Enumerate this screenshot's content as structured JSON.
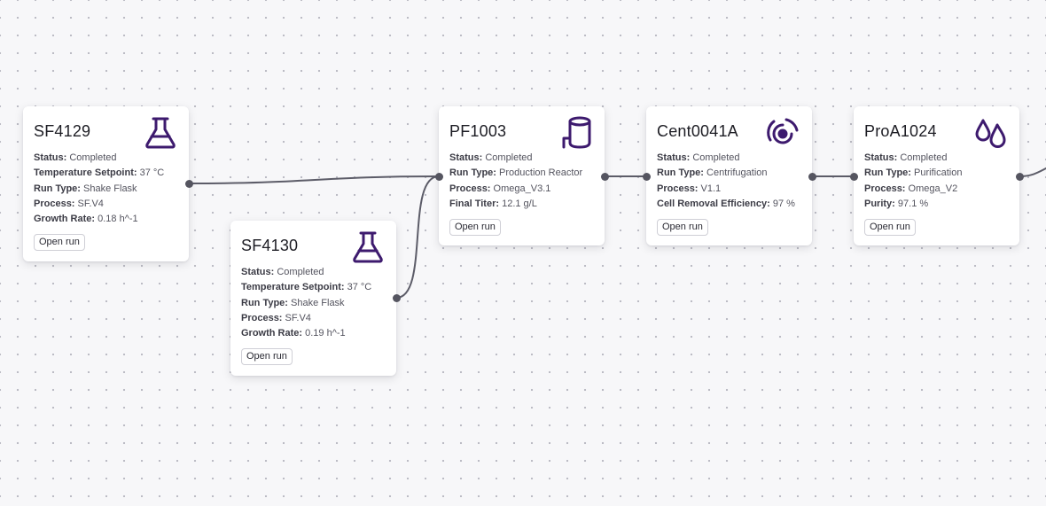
{
  "colors": {
    "icon": "#3d1a6e",
    "edge": "#5c5c68",
    "handle": "#555560"
  },
  "nodes": [
    {
      "id": "SF4129",
      "title": "SF4129",
      "icon": "flask-icon",
      "props": [
        {
          "key": "Status:",
          "value": "Completed"
        },
        {
          "key": "Temperature Setpoint:",
          "value": "37 °C"
        },
        {
          "key": "Run Type:",
          "value": "Shake Flask"
        },
        {
          "key": "Process:",
          "value": "SF.V4"
        },
        {
          "key": "Growth Rate:",
          "value": "0.18 h^-1"
        }
      ],
      "button": "Open run"
    },
    {
      "id": "SF4130",
      "title": "SF4130",
      "icon": "flask-icon",
      "props": [
        {
          "key": "Status:",
          "value": "Completed"
        },
        {
          "key": "Temperature Setpoint:",
          "value": "37 °C"
        },
        {
          "key": "Run Type:",
          "value": "Shake Flask"
        },
        {
          "key": "Process:",
          "value": "SF.V4"
        },
        {
          "key": "Growth Rate:",
          "value": "0.19 h^-1"
        }
      ],
      "button": "Open run"
    },
    {
      "id": "PF1003",
      "title": "PF1003",
      "icon": "bioreactor-icon",
      "props": [
        {
          "key": "Status:",
          "value": "Completed"
        },
        {
          "key": "Run Type:",
          "value": "Production Reactor"
        },
        {
          "key": "Process:",
          "value": "Omega_V3.1"
        },
        {
          "key": "Final Titer:",
          "value": "12.1 g/L"
        }
      ],
      "button": "Open run"
    },
    {
      "id": "Cent0041A",
      "title": "Cent0041A",
      "icon": "centrifuge-icon",
      "props": [
        {
          "key": "Status:",
          "value": "Completed"
        },
        {
          "key": "Run Type:",
          "value": "Centrifugation"
        },
        {
          "key": "Process:",
          "value": "V1.1"
        },
        {
          "key": "Cell Removal Efficiency:",
          "value": "97 %"
        }
      ],
      "button": "Open run"
    },
    {
      "id": "ProA1024",
      "title": "ProA1024",
      "icon": "drops-icon",
      "props": [
        {
          "key": "Status:",
          "value": "Completed"
        },
        {
          "key": "Run Type:",
          "value": "Purification"
        },
        {
          "key": "Process:",
          "value": "Omega_V2"
        },
        {
          "key": "Purity:",
          "value": "97.1 %"
        }
      ],
      "button": "Open run"
    }
  ]
}
